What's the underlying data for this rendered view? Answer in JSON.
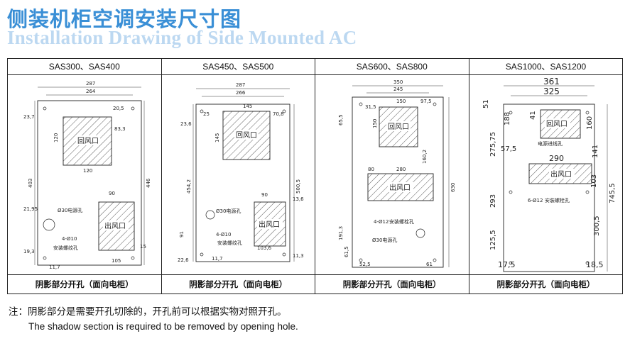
{
  "header": {
    "title_cn": "侧装机柜空调安装尺寸图",
    "title_en": "Installation Drawing of Side Mounted AC"
  },
  "columns": [
    {
      "model": "SAS300、SAS400",
      "footer": "阴影部分开孔（面向电柜）",
      "labels": {
        "inlet": "回风口",
        "outlet": "出风口",
        "power": "Ø30电源孔",
        "screw_size": "4-Ø10",
        "screw": "安装螺纹孔"
      },
      "dims": [
        "287",
        "264",
        "20,5",
        "23,7",
        "83,3",
        "120",
        "120",
        "403",
        "446",
        "90",
        "21,95",
        "19,3",
        "11,7",
        "105",
        "15"
      ]
    },
    {
      "model": "SAS450、SAS500",
      "footer": "阴影部分开孔（面向电柜）",
      "labels": {
        "inlet": "回风口",
        "outlet": "出风口",
        "power": "Ø30电源孔",
        "screw_size": "4-Ø10",
        "screw": "安装螺纹孔"
      },
      "dims": [
        "287",
        "266",
        "25",
        "145",
        "23,6",
        "70,8",
        "145",
        "454,2",
        "500,5",
        "90",
        "13,6",
        "91",
        "22,6",
        "11,7",
        "103,6",
        "11,3"
      ]
    },
    {
      "model": "SAS600、SAS800",
      "footer": "阴影部分开孔（面向电柜）",
      "labels": {
        "inlet": "回风口",
        "outlet": "出风口",
        "power": "Ø30电源孔",
        "screw_size": "4-Ø12",
        "screw": "安装螺栓孔"
      },
      "dims": [
        "350",
        "245",
        "31,5",
        "150",
        "97,5",
        "65,5",
        "150",
        "80",
        "280",
        "160,2",
        "630",
        "191,3",
        "61,5",
        "52,5",
        "61"
      ]
    },
    {
      "model": "SAS1000、SAS1200",
      "footer": "阴影部分开孔（面向电柜）",
      "labels": {
        "inlet": "回风口",
        "outlet": "出风口",
        "power": "电源进线孔",
        "screw_size": "6-Ø12",
        "screw": "安装螺栓孔"
      },
      "dims": [
        "361",
        "325",
        "51",
        "188",
        "41",
        "160",
        "275,75",
        "57,5",
        "141",
        "290",
        "103",
        "745,5",
        "293",
        "300,5",
        "125,5",
        "17,5",
        "18,5"
      ]
    }
  ],
  "note": {
    "cn": "注：阴影部分是需要开孔切除的，开孔前可以根据实物对照开孔。",
    "en": "The shadow section is required to be removed by opening hole."
  }
}
